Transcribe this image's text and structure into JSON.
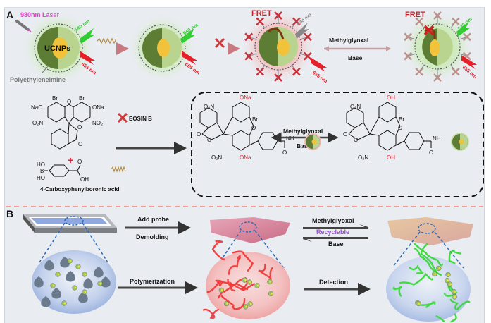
{
  "panel_a": {
    "label": "A",
    "laser_label": "980nm Laser",
    "core_label": "UCNPs",
    "coating_label": "Polyethyleneimine",
    "emission_green": "540 nm",
    "emission_red": "655 nm",
    "fret_label_1": "FRET",
    "fret_label_2": "FRET",
    "reaction_top": "Methylglyoxal",
    "reaction_bottom": "Base",
    "eosin_label": "EOSIN B",
    "boronic_label": "4-Carboxyphenylboronic acid",
    "plus_sign": "+",
    "box_reaction_top": "Methylglyoxal",
    "box_reaction_bottom": "Base",
    "chem_left": {
      "substituents": [
        "O₂N",
        "ONa",
        "Br",
        "O",
        "O",
        "O",
        "NH",
        "O₂N",
        "ONa",
        "O"
      ]
    },
    "chem_right": {
      "substituents": [
        "O₂N",
        "OH",
        "Br",
        "O",
        "O",
        "O",
        "NH",
        "O₂N",
        "OH",
        "O"
      ]
    },
    "eosin_substituents": [
      "Br",
      "Br",
      "NaO",
      "ONa",
      "O₂N",
      "NO₂",
      "O",
      "O",
      "O"
    ],
    "boronic_substituents": [
      "HO",
      "B",
      "HO",
      "O",
      "OH"
    ]
  },
  "panel_b": {
    "label": "B",
    "step1_top": "Add probe",
    "step1_bottom": "Demolding",
    "step2": "Polymerization",
    "step3_top": "Methylglyoxal",
    "step3_middle": "Recyclable",
    "step3_bottom": "Base",
    "step4": "Detection"
  },
  "colors": {
    "laser_pink": "#e040c8",
    "emission_green": "#33cc33",
    "emission_red": "#e8202a",
    "fret_red": "#c0262c",
    "recyclable_purple": "#9a4fd0",
    "divider_salmon": "#f08070",
    "hydrogel_red": "#f03a3a",
    "hydrogel_green": "#3ad83a",
    "dashed_blue": "#2c6ab8"
  }
}
